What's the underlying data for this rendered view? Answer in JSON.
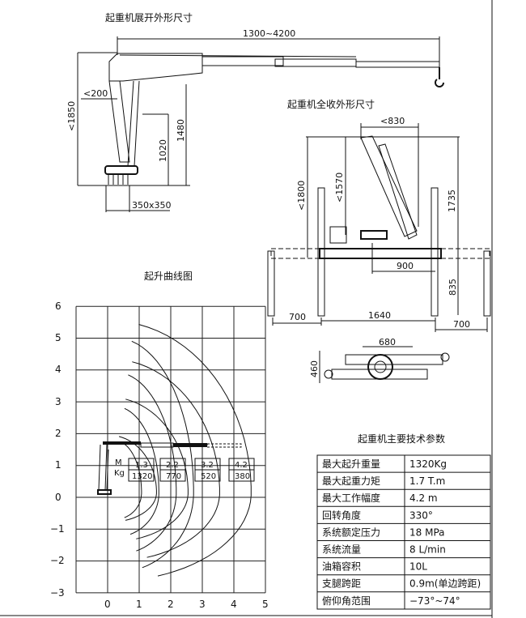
{
  "titles": {
    "expanded": "起重机展开外形尺寸",
    "retracted": "起重机全收外形尺寸",
    "load_curve": "起升曲线图",
    "specs": "起重机主要技术参数"
  },
  "expanded_dims": {
    "reach": "1300~4200",
    "height": "<1850",
    "offset": "<200",
    "h1480": "1480",
    "h1020": "1020",
    "base": "350x350"
  },
  "retracted_dims": {
    "width": "<830",
    "h1800": "<1800",
    "h1570": "<1570",
    "h1735": "1735",
    "d900": "900",
    "d835": "835",
    "d700_left": "700",
    "d1640": "1640",
    "d700_right": "700",
    "d680": "680",
    "d460": "460"
  },
  "chart_data": {
    "type": "line",
    "title": "起升曲线图",
    "xlim": [
      -1,
      5
    ],
    "ylim": [
      -3,
      6
    ],
    "x_ticks": [
      "0",
      "1",
      "2",
      "3",
      "4",
      "5"
    ],
    "y_ticks": [
      "6",
      "5",
      "4",
      "3",
      "2",
      "1",
      "0",
      "−1",
      "−2",
      "−3"
    ],
    "grid": true,
    "unit_labels": {
      "m": "M",
      "kg": "Kg"
    },
    "load_points": [
      {
        "radius_m": "1.3",
        "load_kg": "1320"
      },
      {
        "radius_m": "2.2",
        "load_kg": "770"
      },
      {
        "radius_m": "3.2",
        "load_kg": "520"
      },
      {
        "radius_m": "4.2",
        "load_kg": "380"
      }
    ]
  },
  "specs": [
    {
      "label": "最大起升重量",
      "value": "1320Kg"
    },
    {
      "label": "最大起重力矩",
      "value": "1.7 T.m"
    },
    {
      "label": "最大工作幅度",
      "value": "4.2 m"
    },
    {
      "label": "回转角度",
      "value": "330°"
    },
    {
      "label": "系统额定压力",
      "value": "18 MPa"
    },
    {
      "label": "系统流量",
      "value": "8  L/min"
    },
    {
      "label": "油箱容积",
      "value": "10L"
    },
    {
      "label": "支腿跨距",
      "value": "0.9m(单边跨距)"
    },
    {
      "label": "俯仰角范围",
      "value": "−73°~74°"
    }
  ]
}
